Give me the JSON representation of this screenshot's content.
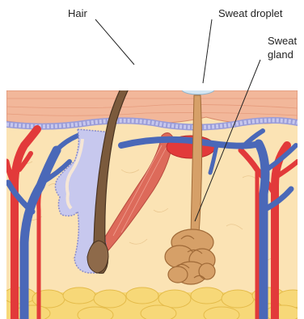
{
  "labels": {
    "hair": "Hair",
    "sweat_droplet": "Sweat droplet",
    "sweat_gland_line1": "Sweat",
    "sweat_gland_line2": "gland"
  },
  "colors": {
    "epidermis": "#f2b79a",
    "dermis": "#fbe3b4",
    "fat": "#f7d878",
    "artery": "#e23a3a",
    "vein": "#4a68b8",
    "hair": "#7b5a3c",
    "gland": "#d6a068",
    "follicle": "#c7c8ee",
    "muscle": "#dd6a5a",
    "droplet": "#d4e6f2"
  }
}
